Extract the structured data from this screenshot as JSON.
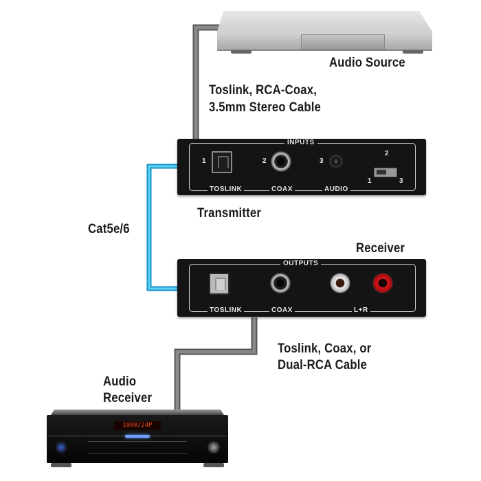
{
  "labels": {
    "audio_source": "Audio Source",
    "source_cable_line1": "Toslink, RCA-Coax,",
    "source_cable_line2": "3.5mm Stereo Cable",
    "transmitter": "Transmitter",
    "cat_cable": "Cat5e/6",
    "receiver": "Receiver",
    "output_cable_line1": "Toslink, Coax, or",
    "output_cable_line2": "Dual-RCA Cable",
    "audio_receiver_line1": "Audio",
    "audio_receiver_line2": "Receiver"
  },
  "transmitter": {
    "panel_title": "INPUTS",
    "port_numbers": [
      "1",
      "2",
      "3"
    ],
    "port_labels": [
      "TOSLINK",
      "COAX",
      "AUDIO"
    ],
    "switch_positions": [
      "1",
      "2",
      "3"
    ]
  },
  "receiver": {
    "panel_title": "OUTPUTS",
    "port_labels": [
      "TOSLINK",
      "COAX",
      "L+R"
    ]
  },
  "audio_receiver_device": {
    "display_text": "1080/24P"
  },
  "colors": {
    "cat_cable": "#29b6e8",
    "audio_cable": "#6e6e6e",
    "device_body": "#141414",
    "rca_red": "#d9161b"
  }
}
